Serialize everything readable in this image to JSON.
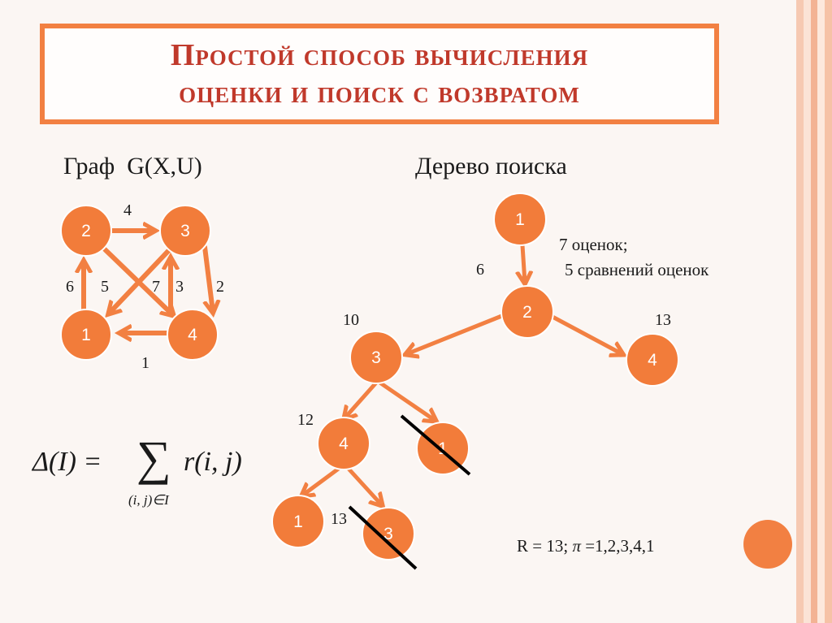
{
  "title": {
    "line1": "Простой способ вычисления",
    "line2": "оценки и поиск с возвратом"
  },
  "graph": {
    "label": "Граф  G(X,U)",
    "nodes": [
      "2",
      "3",
      "1",
      "4"
    ],
    "edge_labels": [
      "4",
      "6",
      "5",
      "7",
      "3",
      "2",
      "1"
    ]
  },
  "tree": {
    "label": "Дерево поиска",
    "nodes": [
      "1",
      "2",
      "3",
      "4",
      "4",
      "1",
      "1",
      "3"
    ],
    "weights": [
      "6",
      "10",
      "13",
      "12",
      "13"
    ],
    "note_line1": "7 оценок;",
    "note_line2": "5 сравнений оценок"
  },
  "formula": {
    "lhs": "Δ(I) =",
    "sum": "∑",
    "term": "r(i, j)",
    "subscript": "(i, j)∈I"
  },
  "result": {
    "prefix": "R = 13; ",
    "pi": "π",
    "rest": " =1,2,3,4,1"
  },
  "colors": {
    "accent": "#f28042",
    "node_fill": "#f27c3a",
    "node_stroke": "#ffffff",
    "title_text": "#c0392b",
    "stripes": [
      "#f6c9b2",
      "#fbe3d6",
      "#f3b394",
      "#fde8dc",
      "#f6c2a6"
    ]
  }
}
